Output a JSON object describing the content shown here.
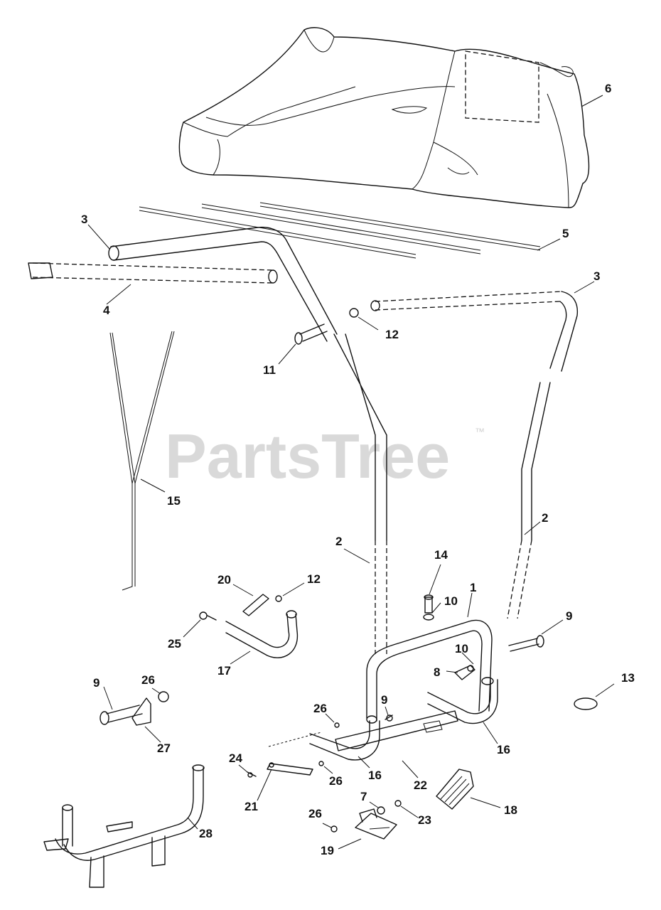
{
  "watermark": {
    "text": "PartsTree",
    "trademark": "™"
  },
  "callouts": [
    {
      "id": "c6",
      "label": "6"
    },
    {
      "id": "c3a",
      "label": "3"
    },
    {
      "id": "c5",
      "label": "5"
    },
    {
      "id": "c4",
      "label": "4"
    },
    {
      "id": "c3b",
      "label": "3"
    },
    {
      "id": "c12a",
      "label": "12"
    },
    {
      "id": "c11",
      "label": "11"
    },
    {
      "id": "c15",
      "label": "15"
    },
    {
      "id": "c2a",
      "label": "2"
    },
    {
      "id": "c2b",
      "label": "2"
    },
    {
      "id": "c14",
      "label": "14"
    },
    {
      "id": "c1",
      "label": "1"
    },
    {
      "id": "c10a",
      "label": "10"
    },
    {
      "id": "c20",
      "label": "20"
    },
    {
      "id": "c12b",
      "label": "12"
    },
    {
      "id": "c9a",
      "label": "9"
    },
    {
      "id": "c25",
      "label": "25"
    },
    {
      "id": "c10b",
      "label": "10"
    },
    {
      "id": "c17",
      "label": "17"
    },
    {
      "id": "c8",
      "label": "8"
    },
    {
      "id": "c13",
      "label": "13"
    },
    {
      "id": "c9b",
      "label": "9"
    },
    {
      "id": "c26a",
      "label": "26"
    },
    {
      "id": "c9c",
      "label": "9"
    },
    {
      "id": "c26b",
      "label": "26"
    },
    {
      "id": "c16a",
      "label": "16"
    },
    {
      "id": "c27",
      "label": "27"
    },
    {
      "id": "c24",
      "label": "24"
    },
    {
      "id": "c16b",
      "label": "16"
    },
    {
      "id": "c26c",
      "label": "26"
    },
    {
      "id": "c22",
      "label": "22"
    },
    {
      "id": "c21",
      "label": "21"
    },
    {
      "id": "c7",
      "label": "7"
    },
    {
      "id": "c18",
      "label": "18"
    },
    {
      "id": "c23",
      "label": "23"
    },
    {
      "id": "c26d",
      "label": "26"
    },
    {
      "id": "c28",
      "label": "28"
    },
    {
      "id": "c19",
      "label": "19"
    }
  ]
}
